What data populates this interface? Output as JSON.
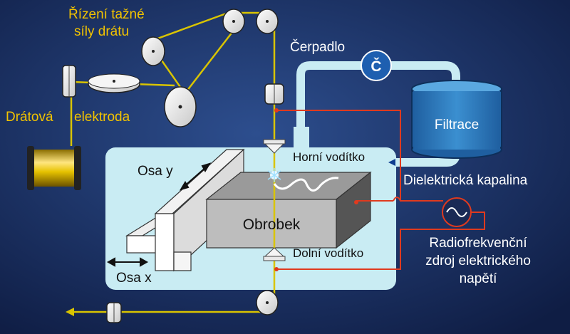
{
  "labels": {
    "wire_tension": [
      "Řízení tažné",
      "síly drátu"
    ],
    "wire_electrode": [
      "Drátová",
      "elektroda"
    ],
    "pump": "Čerpadlo",
    "pump_symbol": "Č",
    "filtration": "Filtrace",
    "upper_guide": "Horní vodítko",
    "lower_guide": "Dolní vodítko",
    "dielectric": "Dielektrická kapalina",
    "generator": [
      "Radiofrekvenční",
      "zdroj elektrického",
      "napětí"
    ],
    "workpiece": "Obrobek",
    "axis_y": "Osa y",
    "axis_x": "Osa x"
  },
  "colors": {
    "background": "#1a2a55",
    "wire": "#d9c400",
    "circuit": "#e03a1e",
    "fluid": "#c9ecf3",
    "tank": "#2f7fbf",
    "label_yellow": "#f2c300"
  }
}
